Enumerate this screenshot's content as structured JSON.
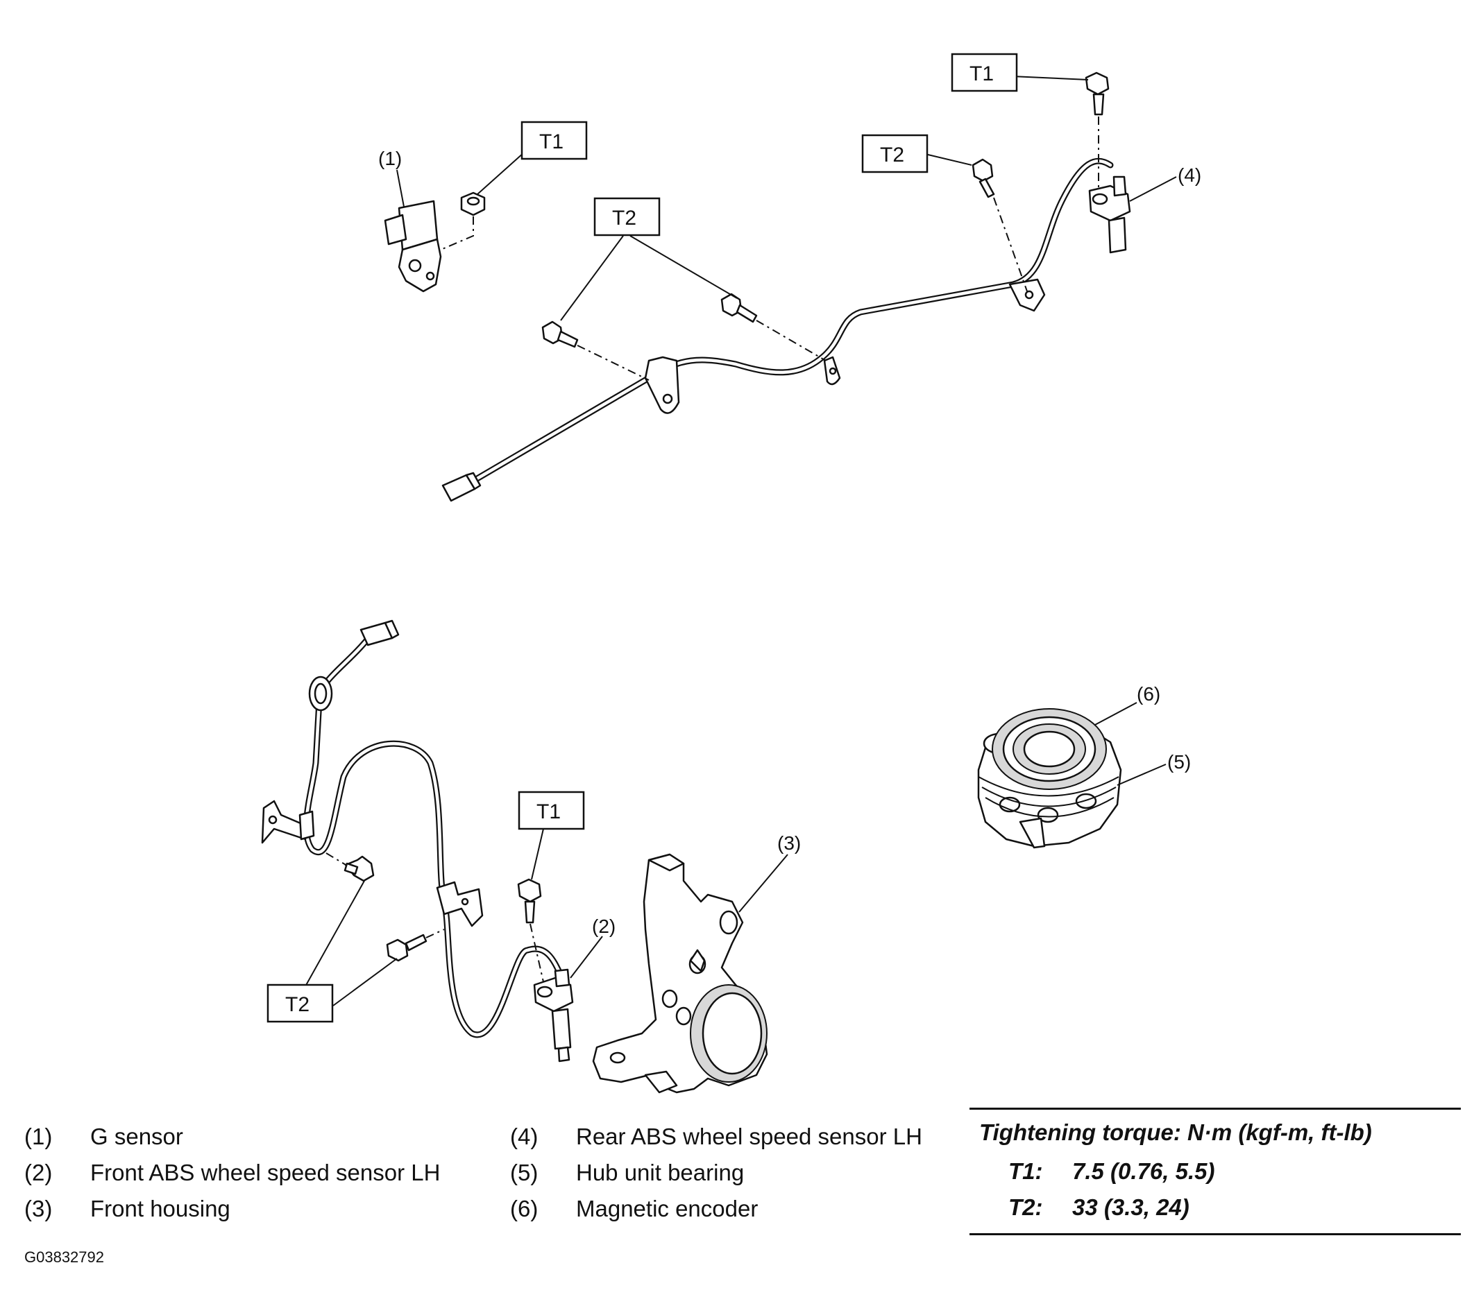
{
  "callouts": {
    "c1": "(1)",
    "c2": "(2)",
    "c3": "(3)",
    "c4": "(4)",
    "c5": "(5)",
    "c6": "(6)"
  },
  "torque_tags": {
    "t1": "T1",
    "t2": "T2"
  },
  "legend": [
    {
      "num": "(1)",
      "text": "G sensor"
    },
    {
      "num": "(2)",
      "text": "Front ABS wheel speed sensor LH"
    },
    {
      "num": "(3)",
      "text": "Front housing"
    },
    {
      "num": "(4)",
      "text": "Rear ABS wheel speed sensor LH"
    },
    {
      "num": "(5)",
      "text": "Hub unit bearing"
    },
    {
      "num": "(6)",
      "text": "Magnetic encoder"
    }
  ],
  "torque_table": {
    "heading": "Tightening torque: N·m (kgf-m, ft-lb)",
    "rows": [
      {
        "key": "T1:",
        "value": "7.5 (0.76, 5.5)"
      },
      {
        "key": "T2:",
        "value": "33 (3.3, 24)"
      }
    ]
  },
  "figure_id": "G03832792"
}
